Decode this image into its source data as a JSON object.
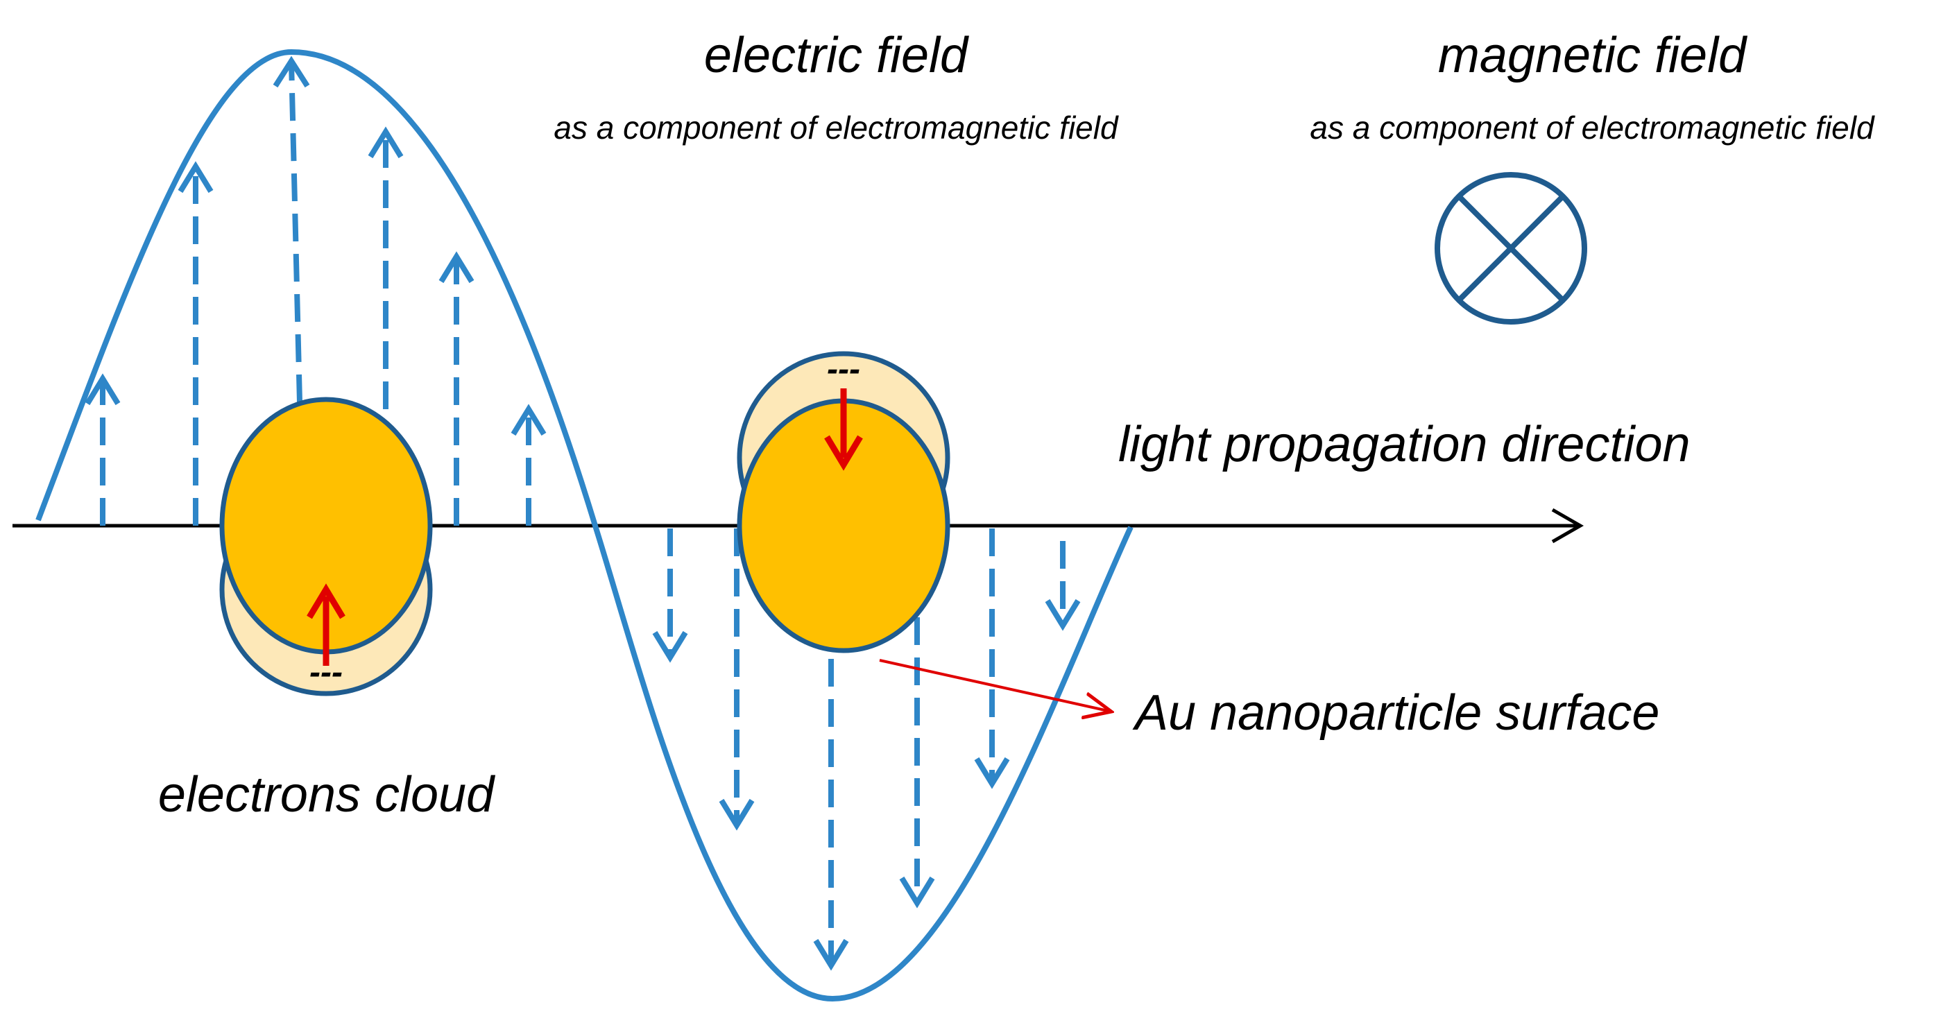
{
  "labels": {
    "electric_field_title": "electric field",
    "electric_field_subtitle": "as a component of electromagnetic field",
    "magnetic_field_title": "magnetic field",
    "magnetic_field_subtitle": "as a component of electromagnetic field",
    "propagation": "light  propagation direction",
    "nanoparticle_surface": "Au nanoparticle surface",
    "electron_cloud": "electrons cloud",
    "electron_charge_symbol": "---"
  },
  "icons": {
    "magnetic_field": "circle-cross-icon",
    "electric_vector": "dashed-arrow-icon",
    "electron_displacement": "red-arrow-icon"
  },
  "colors": {
    "wave": "#2E86C8",
    "field_arrow": "#2E86C8",
    "particle": "#FFC000",
    "particle_outline": "#1F5B8E",
    "electron_cloud": "#FDE8B8",
    "displacement_arrow": "#E00000",
    "axis": "#000000",
    "text": "#000000"
  }
}
